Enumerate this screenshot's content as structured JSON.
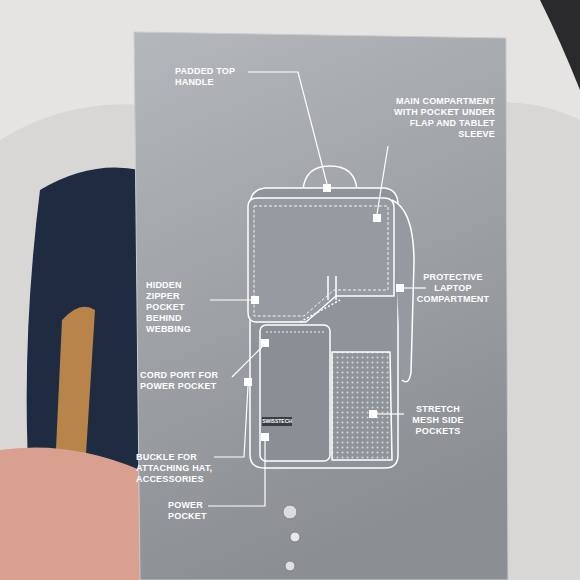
{
  "diagram": {
    "labels": [
      "PADDED TOP HANDLE",
      "MAIN COMPARTMENT WITH POCKET UNDER FLAP AND TABLET SLEEVE",
      "PROTECTIVE LAPTOP COMPARTMENT",
      "HIDDEN ZIPPER POCKET BEHIND WEBBING",
      "CORD PORT FOR POWER POCKET",
      "STRETCH MESH SIDE POCKETS",
      "BUCKLE FOR ATTACHING HAT, ACCESSORIES",
      "POWER POCKET",
      "SWISSTECH"
    ]
  }
}
